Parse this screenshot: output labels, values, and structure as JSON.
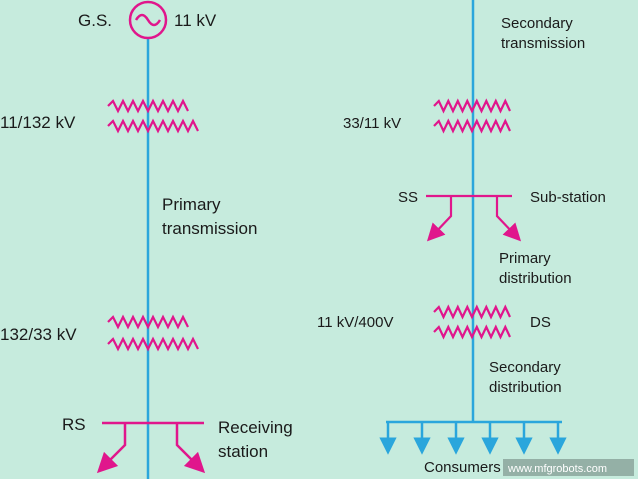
{
  "generating_station": {
    "label": "G.S.",
    "voltage": "11 kV"
  },
  "left_column": {
    "transformer_1": "11/132 kV",
    "section_1_line1": "Primary",
    "section_1_line2": "transmission",
    "transformer_2": "132/33 kV",
    "station_code": "RS",
    "station_line1": "Receiving",
    "station_line2": "station"
  },
  "right_column": {
    "section_0_line1": "Secondary",
    "section_0_line2": "transmission",
    "transformer_1": "33/11 kV",
    "station_code": "SS",
    "station_name": "Sub-station",
    "section_1_line1": "Primary",
    "section_1_line2": "distribution",
    "transformer_2": "11 kV/400V",
    "transformer_2_code": "DS",
    "section_2_line1": "Secondary",
    "section_2_line2": "distribution",
    "consumers": "Consumers"
  },
  "watermark": "www.mfgrobots.com",
  "colors": {
    "background": "#c6ebdd",
    "line": "#2aa6dc",
    "accent": "#e0168c"
  }
}
